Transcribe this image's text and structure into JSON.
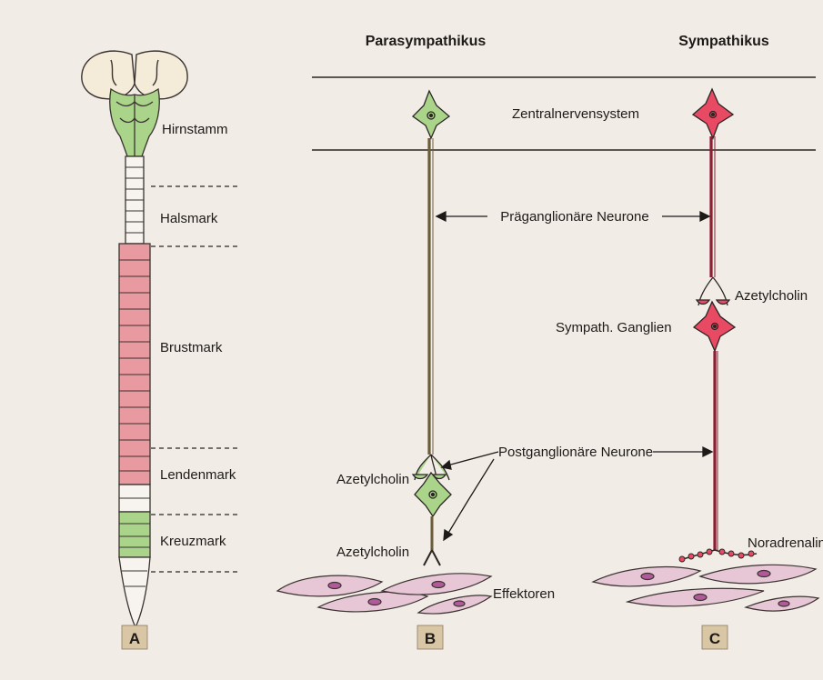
{
  "headers": {
    "parasympathetic": "Parasympathikus",
    "sympathetic": "Sympathikus"
  },
  "spine_regions": {
    "brainstem": "Hirnstamm",
    "cervical": "Halsmark",
    "thoracic": "Brustmark",
    "lumbar": "Lendenmark",
    "sacral": "Kreuzmark"
  },
  "labels": {
    "cns": "Zentralnervensystem",
    "preganglionic": "Präganglionäre Neurone",
    "postganglionic": "Postganglionäre Neurone",
    "acetylcholine_symp": "Azetylcholin",
    "symp_ganglion": "Sympath. Ganglien",
    "acetylcholine_ganglion": "Azetylcholin",
    "acetylcholine_effector": "Azetylcholin",
    "noradrenaline": "Noradrenalin",
    "effectors": "Effektoren"
  },
  "panels": {
    "a": "A",
    "b": "B",
    "c": "C"
  },
  "colors": {
    "background": "#f1ece6",
    "parasympathetic": "#a9d48a",
    "sympathetic": "#e84a64",
    "brain": "#f4ecd8",
    "cord_pink": "#e99aa0",
    "effector": "#e7c7d6"
  }
}
